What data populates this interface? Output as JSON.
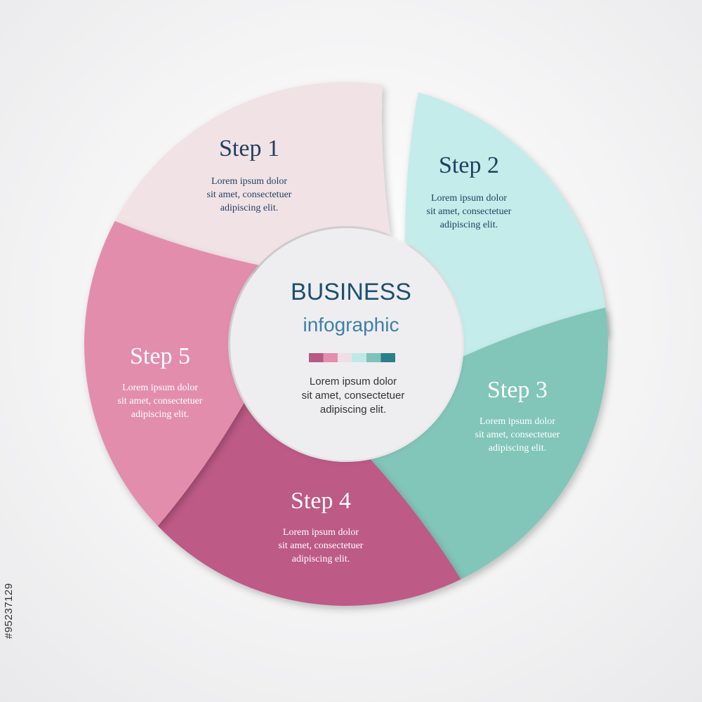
{
  "center": {
    "title": "BUSINESS",
    "subtitle": "infographic",
    "body": [
      "Lorem ipsum dolor",
      "sit amet, consectetuer",
      "adipiscing elit."
    ],
    "title_color": "#1f4f6e",
    "subtitle_color": "#3f7fa6"
  },
  "palette": [
    "#b45a83",
    "#e48eae",
    "#eedfe4",
    "#bfe8e8",
    "#7fc3b6",
    "#2b7f8c"
  ],
  "steps": [
    {
      "title": "Step 1",
      "body": [
        "Lorem ipsum dolor",
        "sit amet, consectetuer",
        "adipiscing elit."
      ],
      "fill": "#f1e2e6",
      "text_color": "#1f3f5f"
    },
    {
      "title": "Step 2",
      "body": [
        "Lorem ipsum dolor",
        "sit amet, consectetuer",
        "adipiscing elit."
      ],
      "fill": "#c3ecea",
      "text_color": "#1f3f5f"
    },
    {
      "title": "Step 3",
      "body": [
        "Lorem ipsum dolor",
        "sit amet, consectetuer",
        "adipiscing elit."
      ],
      "fill": "#82c5b9",
      "text_color": "#ffffff"
    },
    {
      "title": "Step 4",
      "body": [
        "Lorem ipsum dolor",
        "sit amet, consectetuer",
        "adipiscing elit."
      ],
      "fill": "#bd5a86",
      "text_color": "#ffffff"
    },
    {
      "title": "Step 5",
      "body": [
        "Lorem ipsum dolor",
        "sit amet, consectetuer",
        "adipiscing elit."
      ],
      "fill": "#e38dad",
      "text_color": "#ffffff"
    }
  ],
  "stock_id": "#95237129"
}
